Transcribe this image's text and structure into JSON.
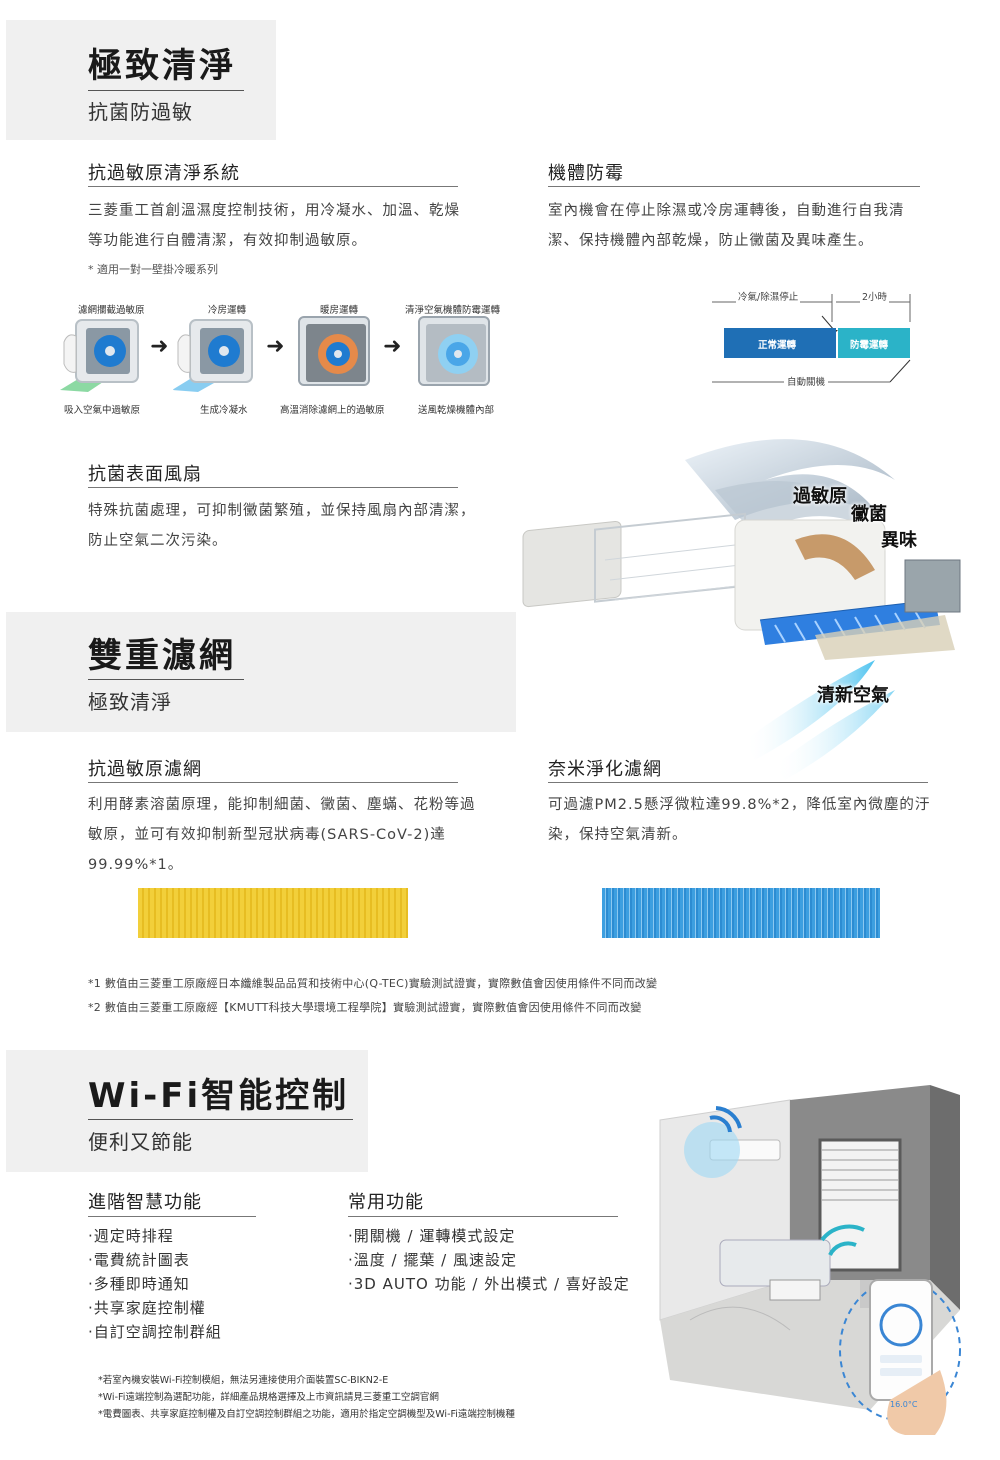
{
  "section1": {
    "title": "極致清淨",
    "subtitle": "抗菌防過敏",
    "allergen_system": {
      "heading": "抗過敏原清淨系統",
      "body_lines": [
        "三菱重工首創溫濕度控制技術，用冷凝水、加溫、乾燥",
        "等功能進行自體清潔，有效抑制過敏原。"
      ],
      "note": "* 適用一對一壁掛冷暖系列",
      "steps_top": [
        "濾網攔截過敏原",
        "冷房運轉",
        "暖房運轉",
        "清淨空氣機體防霉運轉"
      ],
      "steps_bottom": [
        "吸入空氣中過敏原",
        "生成冷凝水",
        "高溫消除濾網上的過敏原",
        "送風乾燥機體內部"
      ],
      "arrow_glyph": "➜"
    },
    "mold": {
      "heading": "機體防霉",
      "body_lines": [
        "室內機會在停止除濕或冷房運轉後，自動進行自我清",
        "潔、保持機體內部乾燥，防止黴菌及異味產生。"
      ],
      "timeline": {
        "stop_label": "冷氣/除濕停止",
        "duration_label": "2小時",
        "normal_label": "正常運轉",
        "mold_label": "防霉運轉",
        "auto_off_label": "自動關機",
        "normal_color": "#1f6fb5",
        "mold_color": "#2bb3c8"
      }
    },
    "fan": {
      "heading": "抗菌表面風扇",
      "body_lines": [
        "特殊抗菌處理，可抑制黴菌繁殖，並保持風扇內部清潔，",
        "防止空氣二次污染。"
      ],
      "labels": [
        "過敏原",
        "黴菌",
        "異味",
        "清新空氣"
      ]
    }
  },
  "section2": {
    "title": "雙重濾網",
    "subtitle": "極致清淨",
    "allergen_filter": {
      "heading": "抗過敏原濾網",
      "body_lines": [
        "利用酵素溶菌原理，能抑制細菌、黴菌、塵蟎、花粉等過",
        "敏原，並可有效抑制新型冠狀病毒(SARS-CoV-2)達",
        "99.99%*1。"
      ],
      "color": "#f2cf3a"
    },
    "nano_filter": {
      "heading": "奈米淨化濾網",
      "body_lines": [
        "可過濾PM2.5懸浮微粒達99.8%*2，降低室內微塵的汙",
        "染，保持空氣清新。"
      ],
      "color": "#3d9fe0"
    },
    "footnotes": [
      "*1 數值由三菱重工原廠經日本纖維製品品質和技術中心(Q-TEC)實驗測試證實，實際數值會因使用條件不同而改變",
      "*2 數值由三菱重工原廠經【KMUTT科技大學環境工程學院】實驗測試證實，實際數值會因使用條件不同而改變"
    ]
  },
  "section3": {
    "title": "Wi-Fi智能控制",
    "subtitle": "便利又節能",
    "advanced": {
      "heading": "進階智慧功能",
      "items": [
        "‧週定時排程",
        "‧電費統計圖表",
        "‧多種即時通知",
        "‧共享家庭控制權",
        "‧自訂空調控制群組"
      ]
    },
    "common": {
      "heading": "常用功能",
      "items": [
        "‧開關機 / 運轉模式設定",
        "‧溫度 / 擺葉 / 風速設定",
        "‧3D AUTO 功能 / 外出模式 / 喜好設定"
      ]
    },
    "notes": [
      "*若室內機安裝Wi-Fi控制模組，無法另連接使用介面裝置SC-BIKN2-E",
      "*Wi-Fi遠端控制為選配功能，詳細產品規格選擇及上市資訊請見三菱重工空調官網",
      "*電費圖表、共享家庭控制權及自訂空調控制群組之功能，適用於指定空調機型及Wi-Fi遠端控制機種"
    ],
    "phone_temp": "16.0°C"
  }
}
